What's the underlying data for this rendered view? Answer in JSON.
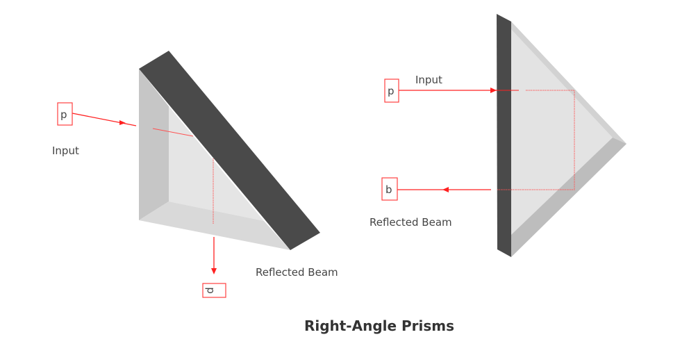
{
  "title": "Right-Angle Prisms",
  "left_prism": {
    "input_label": "Input",
    "input_polarization": "p",
    "output_label": "Reflected Beam",
    "output_polarization": "p"
  },
  "right_prism": {
    "input_label": "Input",
    "input_polarization": "p",
    "output_label": "Reflected Beam",
    "output_polarization": "b"
  },
  "colors": {
    "beam": "#ff2020",
    "coating": "#4a4a4a",
    "glass": "#e4e4e4"
  }
}
